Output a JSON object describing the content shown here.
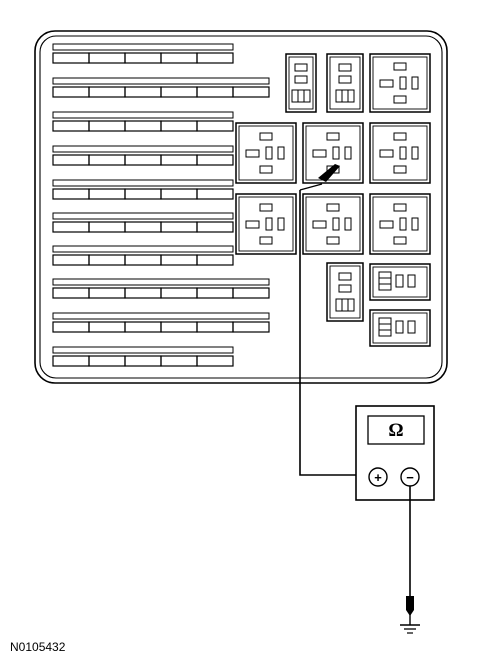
{
  "figure": {
    "id_label": "N0105432"
  },
  "fuse_box": {
    "fuse_rows": 10,
    "fuses_per_row": [
      5,
      6,
      5,
      5,
      5,
      5,
      5,
      6,
      6,
      5
    ],
    "relays": [
      {
        "name": "mini-relay-1",
        "type": "mini-vertical"
      },
      {
        "name": "mini-relay-2",
        "type": "mini-vertical"
      },
      {
        "name": "relay-top-right",
        "type": "iso"
      },
      {
        "name": "relay-mid-left",
        "type": "iso"
      },
      {
        "name": "relay-mid-center",
        "type": "iso"
      },
      {
        "name": "relay-mid-right",
        "type": "iso"
      },
      {
        "name": "relay-lower-left",
        "type": "iso"
      },
      {
        "name": "relay-lower-center",
        "type": "iso"
      },
      {
        "name": "relay-lower-right",
        "type": "iso"
      },
      {
        "name": "mini-relay-3",
        "type": "mini-vertical"
      },
      {
        "name": "mini-relay-4",
        "type": "mini-horizontal"
      },
      {
        "name": "mini-relay-5",
        "type": "mini-horizontal"
      }
    ]
  },
  "meter": {
    "display_symbol": "Ω",
    "positive_label": "+",
    "negative_label": "−"
  },
  "colors": {
    "line": "#000000",
    "background": "#ffffff"
  }
}
